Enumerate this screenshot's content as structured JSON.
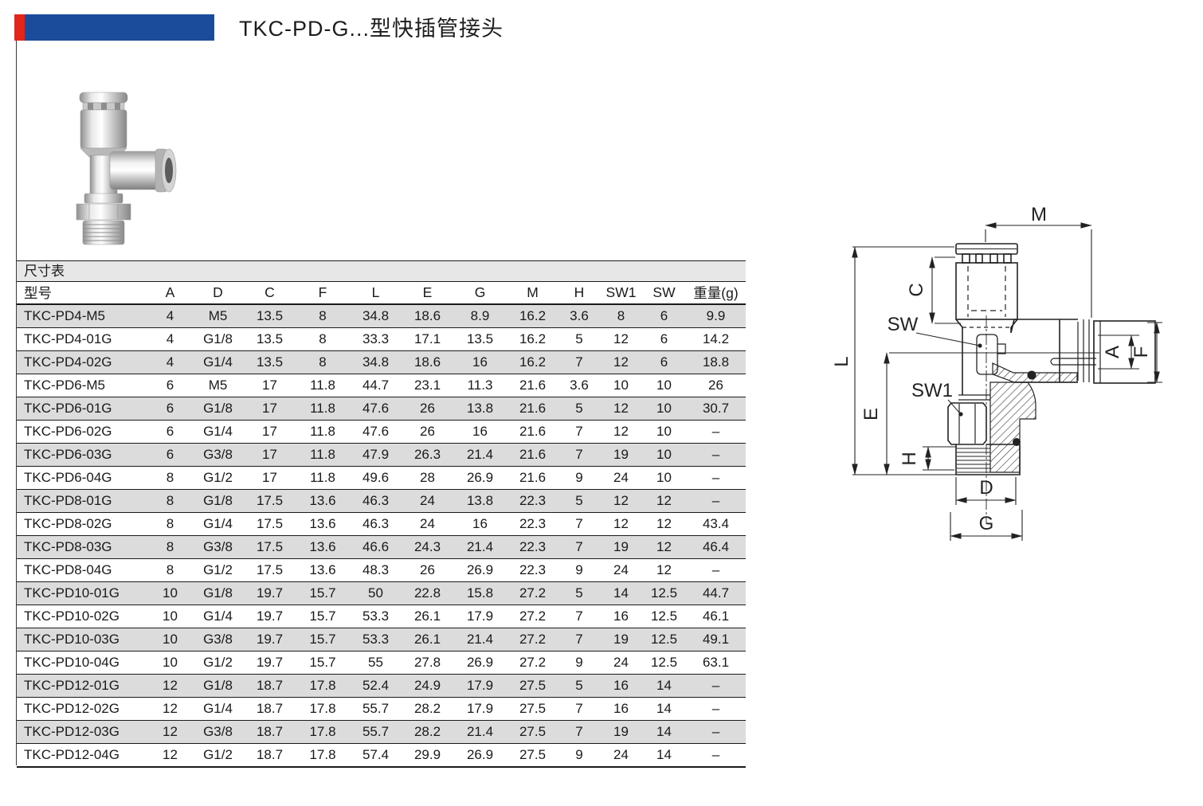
{
  "header": {
    "title": "TKC-PD-G...型快插管接头"
  },
  "table": {
    "caption": "尺寸表",
    "columns": [
      "型号",
      "A",
      "D",
      "C",
      "F",
      "L",
      "E",
      "G",
      "M",
      "H",
      "SW1",
      "SW",
      "重量(g)"
    ],
    "rows": [
      [
        "TKC-PD4-M5",
        "4",
        "M5",
        "13.5",
        "8",
        "34.8",
        "18.6",
        "8.9",
        "16.2",
        "3.6",
        "8",
        "6",
        "9.9"
      ],
      [
        "TKC-PD4-01G",
        "4",
        "G1/8",
        "13.5",
        "8",
        "33.3",
        "17.1",
        "13.5",
        "16.2",
        "5",
        "12",
        "6",
        "14.2"
      ],
      [
        "TKC-PD4-02G",
        "4",
        "G1/4",
        "13.5",
        "8",
        "34.8",
        "18.6",
        "16",
        "16.2",
        "7",
        "12",
        "6",
        "18.8"
      ],
      [
        "TKC-PD6-M5",
        "6",
        "M5",
        "17",
        "11.8",
        "44.7",
        "23.1",
        "11.3",
        "21.6",
        "3.6",
        "10",
        "10",
        "26"
      ],
      [
        "TKC-PD6-01G",
        "6",
        "G1/8",
        "17",
        "11.8",
        "47.6",
        "26",
        "13.8",
        "21.6",
        "5",
        "12",
        "10",
        "30.7"
      ],
      [
        "TKC-PD6-02G",
        "6",
        "G1/4",
        "17",
        "11.8",
        "47.6",
        "26",
        "16",
        "21.6",
        "7",
        "12",
        "10",
        "–"
      ],
      [
        "TKC-PD6-03G",
        "6",
        "G3/8",
        "17",
        "11.8",
        "47.9",
        "26.3",
        "21.4",
        "21.6",
        "7",
        "19",
        "10",
        "–"
      ],
      [
        "TKC-PD6-04G",
        "8",
        "G1/2",
        "17",
        "11.8",
        "49.6",
        "28",
        "26.9",
        "21.6",
        "9",
        "24",
        "10",
        "–"
      ],
      [
        "TKC-PD8-01G",
        "8",
        "G1/8",
        "17.5",
        "13.6",
        "46.3",
        "24",
        "13.8",
        "22.3",
        "5",
        "12",
        "12",
        "–"
      ],
      [
        "TKC-PD8-02G",
        "8",
        "G1/4",
        "17.5",
        "13.6",
        "46.3",
        "24",
        "16",
        "22.3",
        "7",
        "12",
        "12",
        "43.4"
      ],
      [
        "TKC-PD8-03G",
        "8",
        "G3/8",
        "17.5",
        "13.6",
        "46.6",
        "24.3",
        "21.4",
        "22.3",
        "7",
        "19",
        "12",
        "46.4"
      ],
      [
        "TKC-PD8-04G",
        "8",
        "G1/2",
        "17.5",
        "13.6",
        "48.3",
        "26",
        "26.9",
        "22.3",
        "9",
        "24",
        "12",
        "–"
      ],
      [
        "TKC-PD10-01G",
        "10",
        "G1/8",
        "19.7",
        "15.7",
        "50",
        "22.8",
        "15.8",
        "27.2",
        "5",
        "14",
        "12.5",
        "44.7"
      ],
      [
        "TKC-PD10-02G",
        "10",
        "G1/4",
        "19.7",
        "15.7",
        "53.3",
        "26.1",
        "17.9",
        "27.2",
        "7",
        "16",
        "12.5",
        "46.1"
      ],
      [
        "TKC-PD10-03G",
        "10",
        "G3/8",
        "19.7",
        "15.7",
        "53.3",
        "26.1",
        "21.4",
        "27.2",
        "7",
        "19",
        "12.5",
        "49.1"
      ],
      [
        "TKC-PD10-04G",
        "10",
        "G1/2",
        "19.7",
        "15.7",
        "55",
        "27.8",
        "26.9",
        "27.2",
        "9",
        "24",
        "12.5",
        "63.1"
      ],
      [
        "TKC-PD12-01G",
        "12",
        "G1/8",
        "18.7",
        "17.8",
        "52.4",
        "24.9",
        "17.9",
        "27.5",
        "5",
        "16",
        "14",
        "–"
      ],
      [
        "TKC-PD12-02G",
        "12",
        "G1/4",
        "18.7",
        "17.8",
        "55.7",
        "28.2",
        "17.9",
        "27.5",
        "7",
        "16",
        "14",
        "–"
      ],
      [
        "TKC-PD12-03G",
        "12",
        "G3/8",
        "18.7",
        "17.8",
        "55.7",
        "28.2",
        "21.4",
        "27.5",
        "7",
        "19",
        "14",
        "–"
      ],
      [
        "TKC-PD12-04G",
        "12",
        "G1/2",
        "18.7",
        "17.8",
        "57.4",
        "29.9",
        "26.9",
        "27.5",
        "9",
        "24",
        "14",
        "–"
      ]
    ]
  },
  "drawing": {
    "dims": {
      "m": "M",
      "c": "C",
      "l": "L",
      "sw": "SW",
      "sw1": "SW1",
      "a": "A",
      "f": "F",
      "e": "E",
      "h": "H",
      "d": "D",
      "g": "G"
    }
  },
  "colors": {
    "brand_blue": "#1b4c9c",
    "brand_red": "#e3251b",
    "stripe_gray": "#dcdcdc",
    "caption_gray": "#e7e7e7",
    "line_black": "#1a1a1a"
  }
}
